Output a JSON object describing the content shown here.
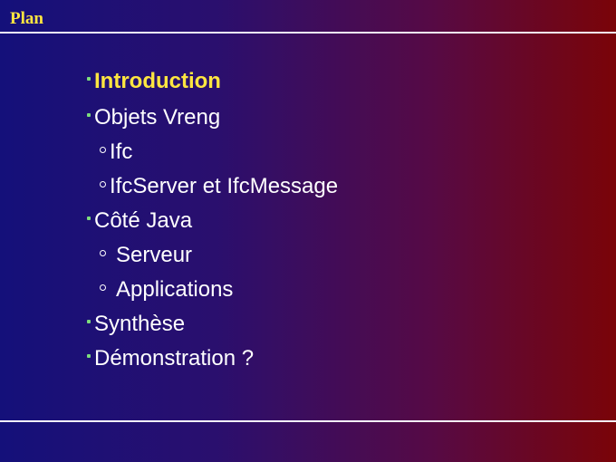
{
  "slide": {
    "title": "Plan",
    "colors": {
      "title": "#ffe640",
      "active_item": "#ffe640",
      "text": "#ffffff",
      "bullet": "#7ddc7d",
      "background_left": "#14107a",
      "background_right": "#7a0408"
    }
  },
  "outline": {
    "items": [
      {
        "label": "Introduction",
        "level": 1,
        "active": true
      },
      {
        "label": "Objets Vreng",
        "level": 1
      },
      {
        "label": "Ifc",
        "level": 2
      },
      {
        "label": "IfcServer et IfcMessage",
        "level": 2
      },
      {
        "label": "Côté Java",
        "level": 1
      },
      {
        "label": "Serveur",
        "level": 2
      },
      {
        "label": "Applications",
        "level": 2
      },
      {
        "label": "Synthèse",
        "level": 1
      },
      {
        "label": "Démonstration ?",
        "level": 1
      }
    ]
  }
}
